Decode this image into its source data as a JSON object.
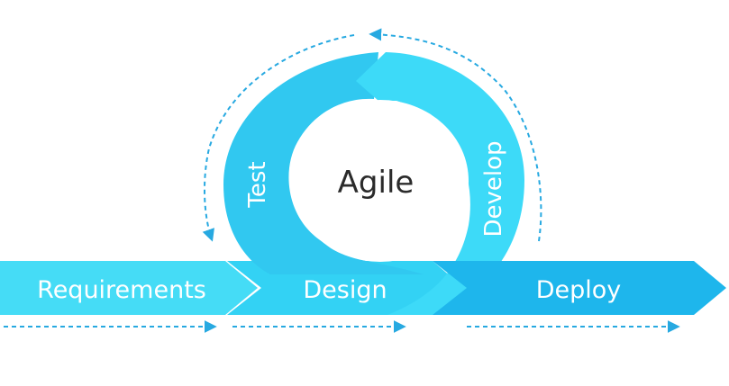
{
  "center_label": "Agile",
  "cycle_labels": {
    "test": "Test",
    "develop": "Develop"
  },
  "stages": {
    "requirements": "Requirements",
    "design": "Design",
    "deploy": "Deploy"
  },
  "colors": {
    "requirements": "#45dcf6",
    "design": "#33d2f4",
    "deploy": "#1eb6ec",
    "loop_left": "#31c8f0",
    "loop_right": "#3ddaf8",
    "dash": "#27a9e1",
    "center_text": "#2b2b2b"
  }
}
